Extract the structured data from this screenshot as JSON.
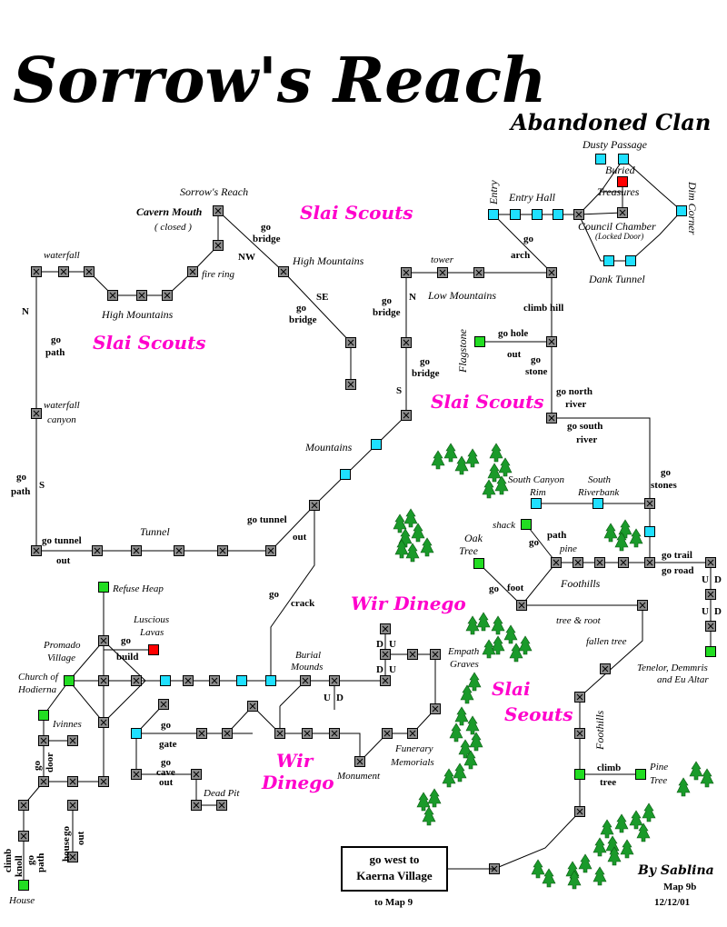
{
  "title": "Sorrow's Reach",
  "subtitle": "Abandoned Clan",
  "colors": {
    "room_gray": "#8c8c8c",
    "room_cyan": "#1fe0ff",
    "room_green": "#22dd22",
    "room_red": "#ff0000",
    "mob_label": "#ff00cc",
    "tree": "#1a9a2a"
  },
  "mob_labels": [
    "Slai Scouts",
    "Slai Scouts",
    "Slai Scouts",
    "Slai",
    "Seouts",
    "Wir Dinego",
    "Wir",
    "Dinego"
  ],
  "places": {
    "sorrows_reach": "Sorrow's Reach",
    "cavern_mouth": "Cavern Mouth",
    "closed": "( closed )",
    "waterfall": "waterfall",
    "fire_ring": "fire ring",
    "high_mountains_w": "High Mountains",
    "high_mountains_n": "High Mountains",
    "waterfall_canyon_1": "waterfall",
    "waterfall_canyon_2": "canyon",
    "tunnel": "Tunnel",
    "mountains": "Mountains",
    "tower": "tower",
    "low_mountains": "Low Mountains",
    "flagstone": "Flagstone",
    "entry": "Entry",
    "entry_hall": "Entry Hall",
    "dusty_passage": "Dusty Passage",
    "buried": "Buried",
    "treasures": "Treasures",
    "dim_corner": "Dim Corner",
    "council_chamber": "Council Chamber",
    "locked_door": "(Locked Door)",
    "dank_tunnel": "Dank Tunnel",
    "south_canyon_rim_1": "South Canyon",
    "south_canyon_rim_2": "Rim",
    "south_riverbank_1": "South",
    "south_riverbank_2": "Riverbank",
    "shack": "shack",
    "pine": "pine",
    "oak_tree_1": "Oak",
    "oak_tree_2": "Tree",
    "foothills_n": "Foothills",
    "tree_root": "tree & root",
    "fallen_tree": "fallen tree",
    "foothills_s": "Foothills",
    "pine_tree_1": "Pine",
    "pine_tree_2": "Tree",
    "altar_1": "Tenelor, Demmris",
    "altar_2": "and Eu Altar",
    "refuse_heap": "Refuse Heap",
    "luscious_1": "Luscious",
    "luscious_2": "Lavas",
    "promado_1": "Promado",
    "promado_2": "Village",
    "church_1": "Church of",
    "church_2": "Hodierna",
    "ivinnes": "Ivinnes",
    "house": "House",
    "burial_1": "Burial",
    "burial_2": "Mounds",
    "empath_1": "Empath",
    "empath_2": "Graves",
    "funerary_1": "Funerary",
    "funerary_2": "Memorials",
    "monument": "Monument",
    "dead_pit": "Dead Pit"
  },
  "directions": {
    "go_bridge_1a": "go",
    "go_bridge_1b": "bridge",
    "nw": "NW",
    "se": "SE",
    "go_bridge_2a": "go",
    "go_bridge_2b": "bridge",
    "n_left": "N",
    "go_path_1a": "go",
    "go_path_1b": "path",
    "go_path_2a": "go",
    "go_path_2b": "path",
    "s_left": "S",
    "go_tunnel_1": "go tunnel",
    "out_1": "out",
    "go_tunnel_2": "go tunnel",
    "out_2": "out",
    "go_bridge_3a": "go",
    "go_bridge_3b": "bridge",
    "n_mid": "N",
    "go_bridge_4a": "go",
    "go_bridge_4b": "bridge",
    "s_mid": "S",
    "go_arch_a": "go",
    "go_arch_b": "arch",
    "climb_hill": "climb  hill",
    "go_hole": "go hole",
    "out_3": "out",
    "go_stone_a": "go",
    "go_stone_b": "stone",
    "go_north_a": "go north",
    "go_north_b": "river",
    "go_south_a": "go south",
    "go_south_b": "river",
    "go_stones_a": "go",
    "go_stones_b": "stones",
    "go_path_3a": "path",
    "go_path_3b": "go",
    "go_foot_a": "go",
    "go_foot_b": "foot",
    "go_trail": "go trail",
    "go_road": "go road",
    "ud_1": "U",
    "ud_1b": "D",
    "ud_2": "U",
    "ud_2b": "D",
    "go_crack_a": "go",
    "go_crack_b": "crack",
    "go_build_a": "go",
    "go_build_b": "build",
    "du_1a": "D",
    "du_1b": "U",
    "du_2a": "D",
    "du_2b": "U",
    "ud_3a": "U",
    "ud_3b": "D",
    "go_gate_a": "go",
    "go_gate_b": "gate",
    "go_cave_a": "go",
    "go_cave_b": "cave",
    "go_cave_c": "out",
    "go_door_a": "go",
    "go_door_b": "door",
    "go_house_a": "go",
    "go_house_b": "house",
    "go_house_c": "out",
    "climb_knoll_a": "climb",
    "climb_knoll_b": "knoll",
    "go_path_4a": "go",
    "go_path_4b": "path",
    "climb_tree_a": "climb",
    "climb_tree_b": "tree"
  },
  "exit_box": {
    "line1": "go west to",
    "line2": "Kaerna Village",
    "to_map": "to Map 9"
  },
  "credits": {
    "by": "By Sablina",
    "map": "Map 9b",
    "date": "12/12/01"
  }
}
